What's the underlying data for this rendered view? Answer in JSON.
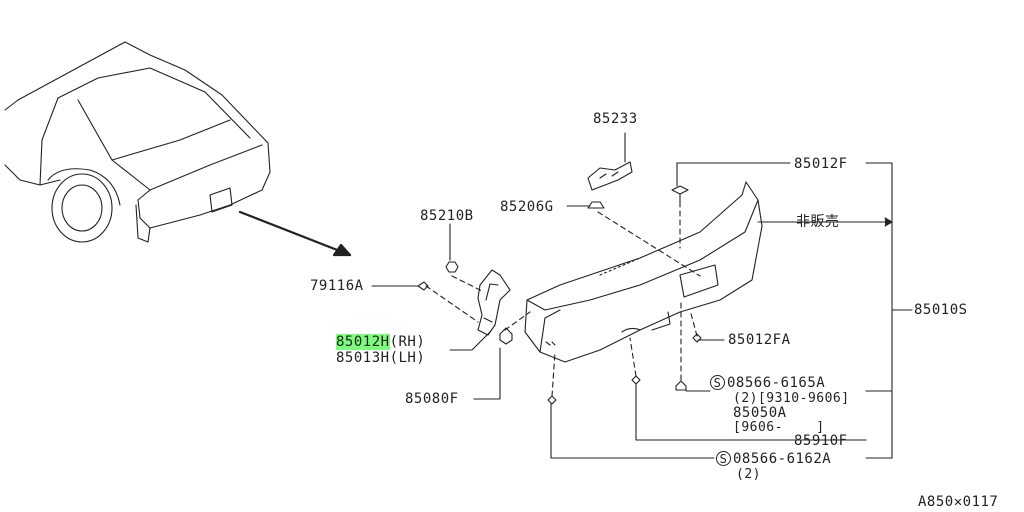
{
  "labels": {
    "p85233": "85233",
    "p85012f": "85012F",
    "p85206g": "85206G",
    "p85210b": "85210B",
    "not_for_sale": "非販売",
    "p79116a": "79116A",
    "p85012h_code": "85012H",
    "p85012h_side": "(RH)",
    "p85013h": "85013H(LH)",
    "p85010s": "85010S",
    "p85012fa": "85012FA",
    "p85080f": "85080F",
    "s_symbol": "S",
    "p08566_6165a": "08566-6165A",
    "p08566_6165a_qty": "(2)[9310-9606]",
    "p85050a": "85050A",
    "p85050a_date": "[9606-    ]",
    "p85910f": "85910F",
    "p08566_6162a": "08566-6162A",
    "p08566_6162a_qty": "(2)",
    "diagram_code": "A850✕0117"
  },
  "colors": {
    "highlight": "#7CFC7C",
    "line": "#222222"
  }
}
